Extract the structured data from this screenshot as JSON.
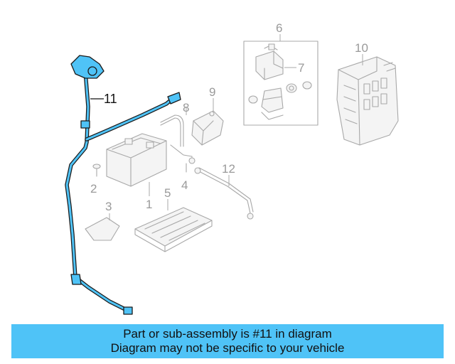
{
  "diagram": {
    "callouts": {
      "c1": "1",
      "c2": "2",
      "c3": "3",
      "c4": "4",
      "c5": "5",
      "c6": "6",
      "c7": "7",
      "c8": "8",
      "c9": "9",
      "c10": "10",
      "c11": "11",
      "c12": "12"
    },
    "highlight_color": "#4fc3f7",
    "line_color": "#a8a8a8"
  },
  "banner": {
    "line1": "Part or sub-assembly is #11 in diagram",
    "line2": "Diagram may not be specific to your vehicle",
    "background": "#4fc3f7"
  }
}
